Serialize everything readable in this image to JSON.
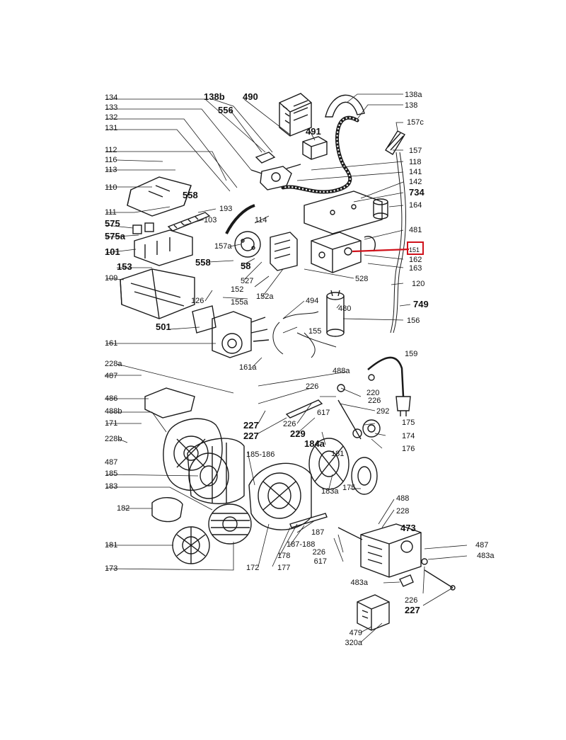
{
  "diagram": {
    "highlight_color": "#d0121b",
    "ink_color": "#1a1a1a",
    "highlighted_part": "151",
    "labels": [
      "134",
      "133",
      "132",
      "131",
      "112",
      "116",
      "113",
      "110",
      "111",
      "575",
      "575a",
      "101",
      "153",
      "109",
      "138b",
      "490",
      "556",
      "491",
      "138a",
      "138",
      "157c",
      "157",
      "118",
      "141",
      "142",
      "734",
      "164",
      "481",
      "151",
      "162",
      "163",
      "120",
      "749",
      "156",
      "480",
      "528",
      "494",
      "155",
      "155a",
      "152a",
      "152",
      "527",
      "58",
      "558",
      "157a",
      "114",
      "103",
      "193",
      "558",
      "126",
      "501",
      "161",
      "161a",
      "228a",
      "487",
      "486",
      "488b",
      "171",
      "228b",
      "487",
      "185",
      "183",
      "182",
      "181",
      "173",
      "488a",
      "226",
      "220",
      "226",
      "159",
      "617",
      "292",
      "227",
      "227",
      "226",
      "229",
      "184a",
      "175",
      "174",
      "176",
      "185-186",
      "181",
      "183a",
      "175",
      "172",
      "177",
      "178",
      "187-188",
      "187",
      "488",
      "228",
      "473",
      "226",
      "617",
      "487",
      "483a",
      "483a",
      "226",
      "227",
      "479",
      "320a"
    ]
  }
}
